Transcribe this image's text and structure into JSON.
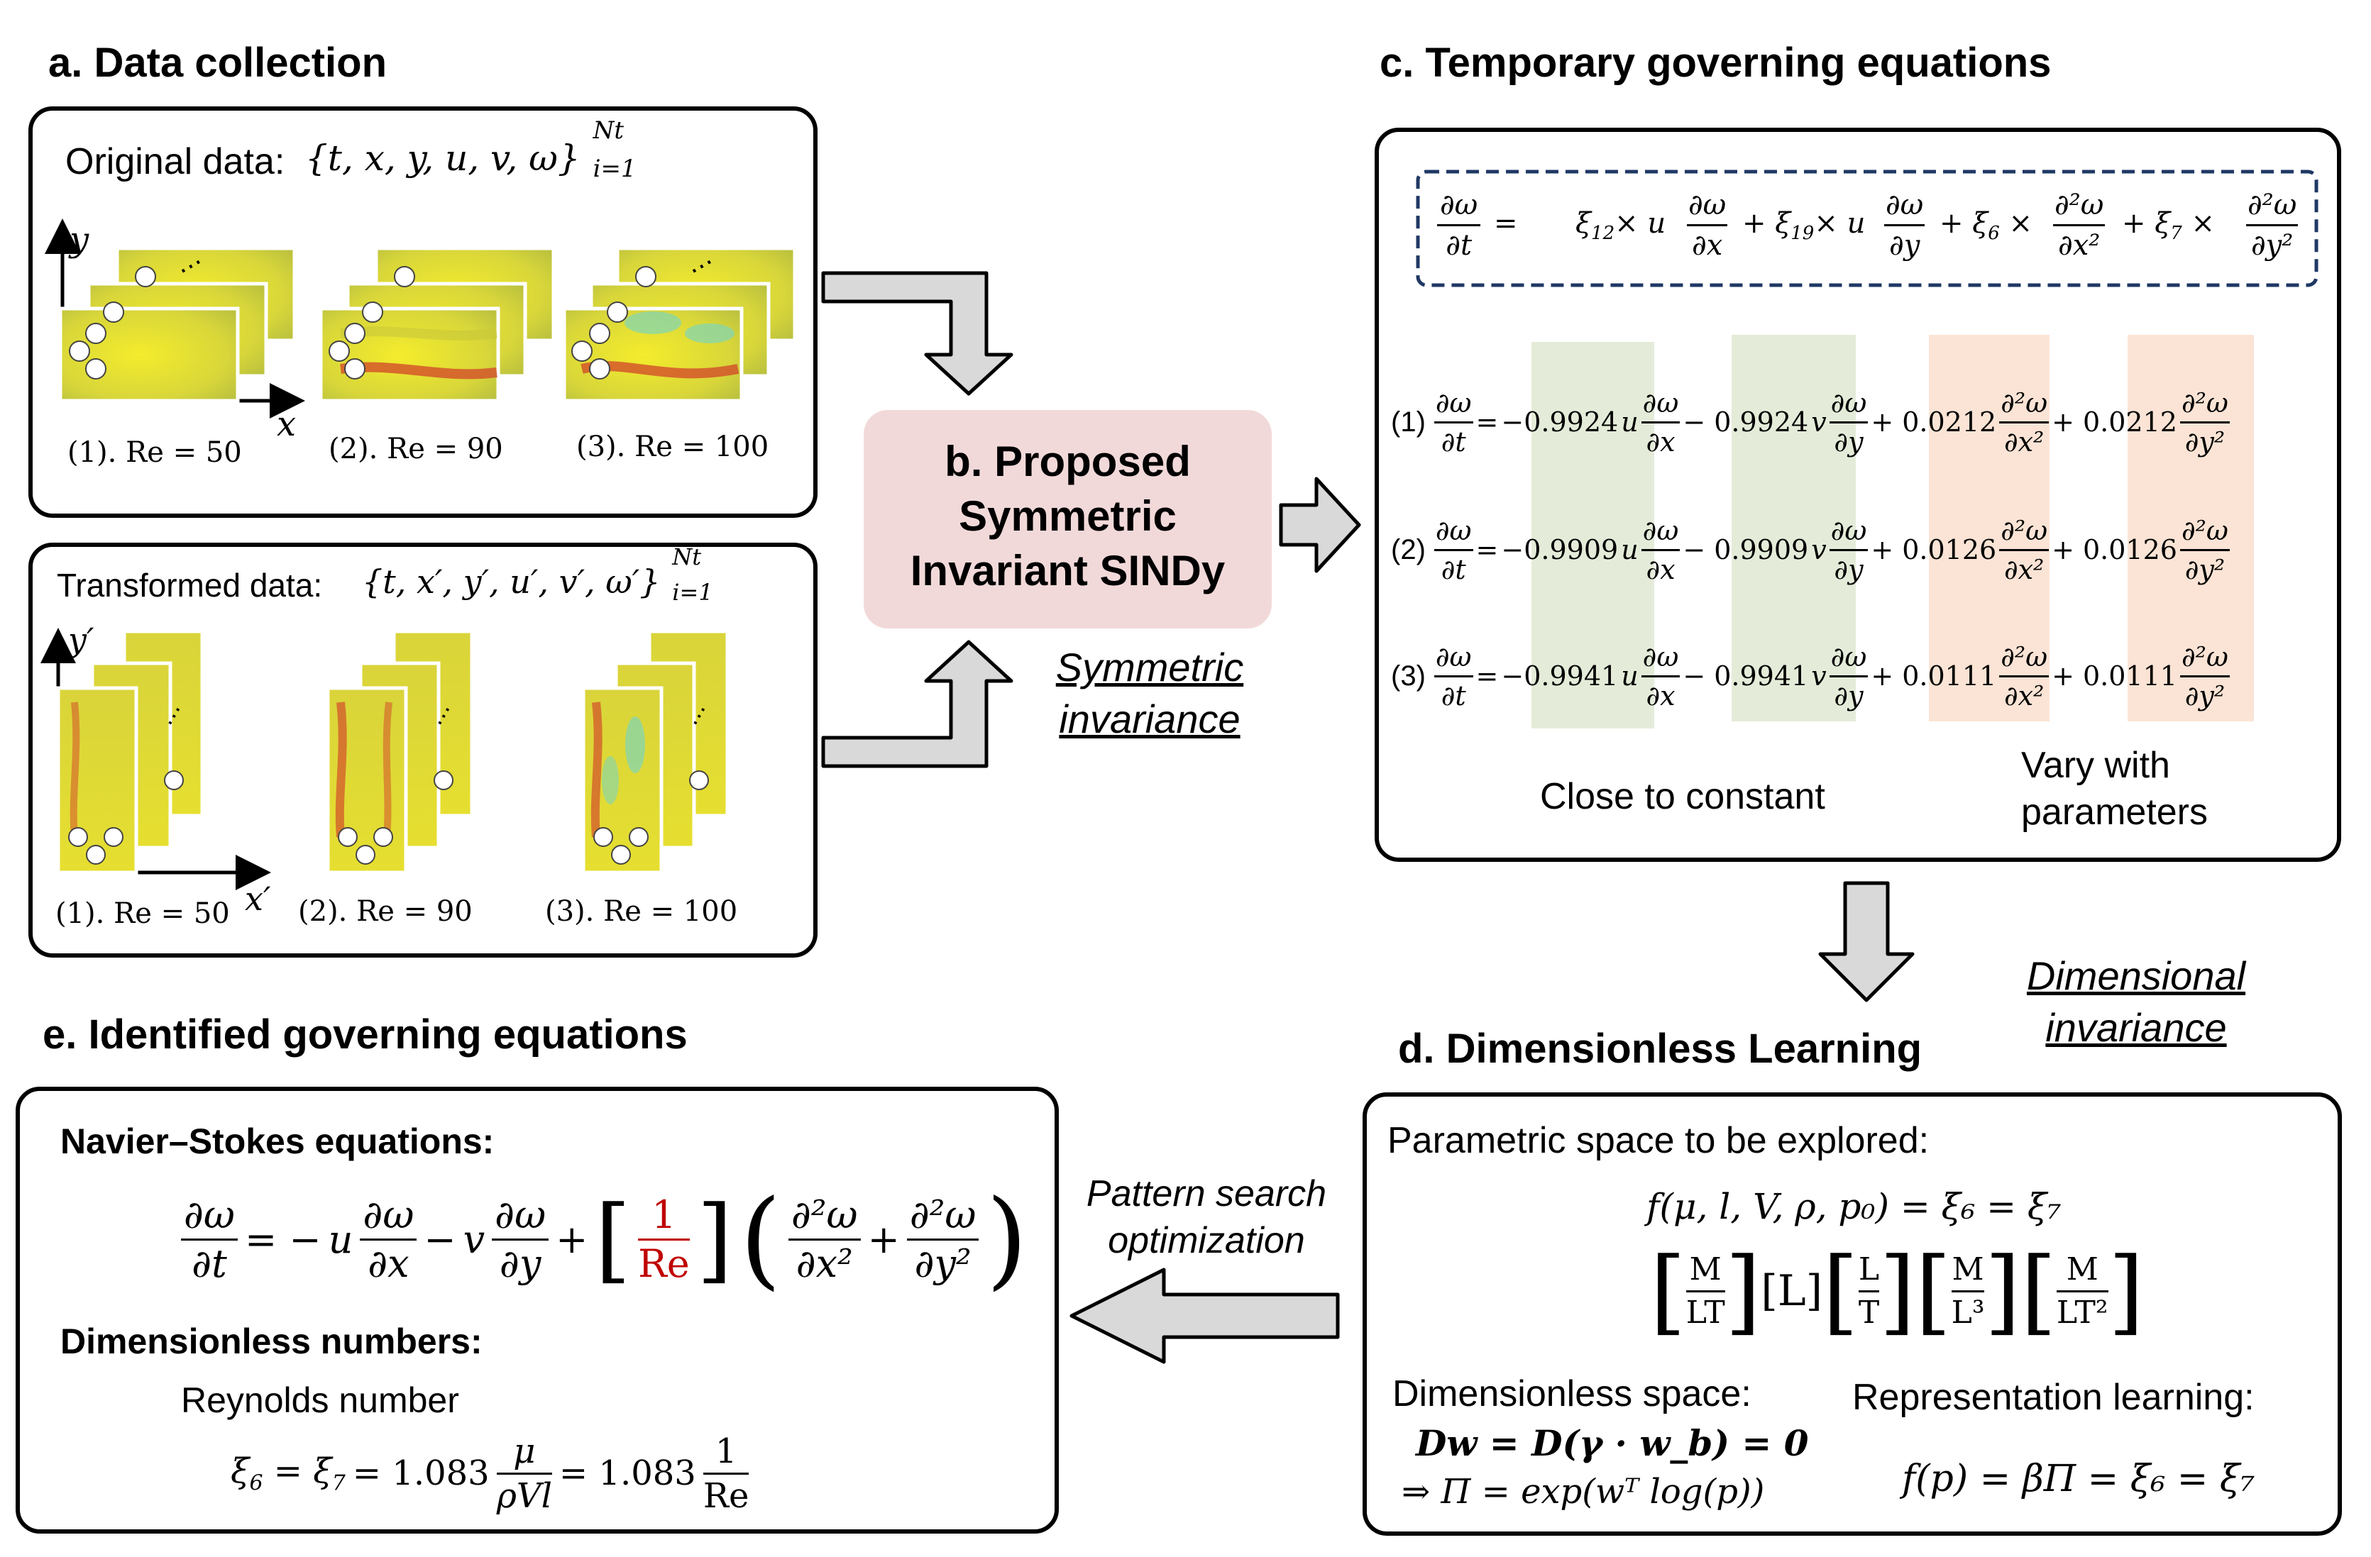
{
  "sections": {
    "a_title": "a. Data collection",
    "b_title": "b. Proposed Symmetric Invariant SINDy",
    "c_title": "c. Temporary governing equations",
    "d_title": "d. Dimensionless Learning",
    "e_title": "e. Identified governing equations"
  },
  "data_collection": {
    "original_label": "Original data:",
    "original_set": "{t, x, y, u, v, ω}",
    "original_sup": "Nt",
    "original_sub": "i=1",
    "transformed_label": "Transformed data:",
    "transformed_set": "{t, x′, y′, u′, v′, ω′}",
    "transformed_sup": "Nt",
    "transformed_sub": "i=1",
    "axis_x": "x",
    "axis_y": "y",
    "axis_xp": "x′",
    "axis_yp": "y′",
    "cases": [
      "(1). Re = 50",
      "(2). Re = 90",
      "(3).  Re = 100"
    ],
    "ellipsis": "⋯"
  },
  "sindy_box": {
    "lines": [
      "b. Proposed",
      "Symmetric",
      "Invariant SINDy"
    ],
    "bg_color": "#f2d9d9"
  },
  "symmetric_note": [
    "Symmetric",
    "invariance"
  ],
  "temporary": {
    "lhs": "∂ω/∂t =",
    "template_terms": [
      {
        "coef": "ξ12",
        "term": "u ∂ω/∂x"
      },
      {
        "coef": "ξ19",
        "term": "u ∂ω/∂y"
      },
      {
        "coef": "ξ6",
        "term": "∂²ω/∂x²"
      },
      {
        "coef": "ξ7",
        "term": "∂²ω/∂y²"
      }
    ],
    "rows": [
      {
        "id": "(1)",
        "c1": "−0.9924",
        "c2": "− 0.9924",
        "c3": "+ 0.0212",
        "c4": "+ 0.0212"
      },
      {
        "id": "(2)",
        "c1": "−0.9909",
        "c2": "− 0.9909",
        "c3": "+ 0.0126",
        "c4": "+ 0.0126"
      },
      {
        "id": "(3)",
        "c1": "−0.9941",
        "c2": "− 0.9941",
        "c3": "+ 0.0111",
        "c4": "+ 0.0111"
      }
    ],
    "close_label": "Close to constant",
    "vary_label": [
      "Vary with",
      "parameters"
    ],
    "green_color": "#e4ecd9",
    "orange_color": "#fbe4d5",
    "dash_color": "#1f3864"
  },
  "dimensional_note": [
    "Dimensional",
    "invariance"
  ],
  "dimensionless": {
    "param_label": "Parametric space to be explored:",
    "param_eq": "f(μ, l, V, ρ, p₀) = ξ₆ = ξ₇",
    "units": [
      "M/LT",
      "L",
      "L/T",
      "M/L³",
      "M/LT²"
    ],
    "space_label": "Dimensionless space:",
    "space_eq1": "Dw = D(γ · w_b) = 0",
    "space_eq2": "⇒ Π = exp(wᵀ log(p))",
    "rep_label": "Representation learning:",
    "rep_eq": "f(p) = βΠ = ξ₆ = ξ₇"
  },
  "pattern_note": [
    "Pattern search",
    "optimization"
  ],
  "identified": {
    "ns_label": "Navier–Stokes equations:",
    "ns_eq": "∂ω/∂t = −u ∂ω/∂x − v ∂ω/∂y + [1/Re](∂²ω/∂x² + ∂²ω/∂y²)",
    "dn_label": "Dimensionless numbers:",
    "re_label": "Reynolds number",
    "re_eq": "ξ₆ = ξ₇ = 1.083 μ/(ρVl) = 1.083 1/Re",
    "re_red": "#c00000"
  }
}
